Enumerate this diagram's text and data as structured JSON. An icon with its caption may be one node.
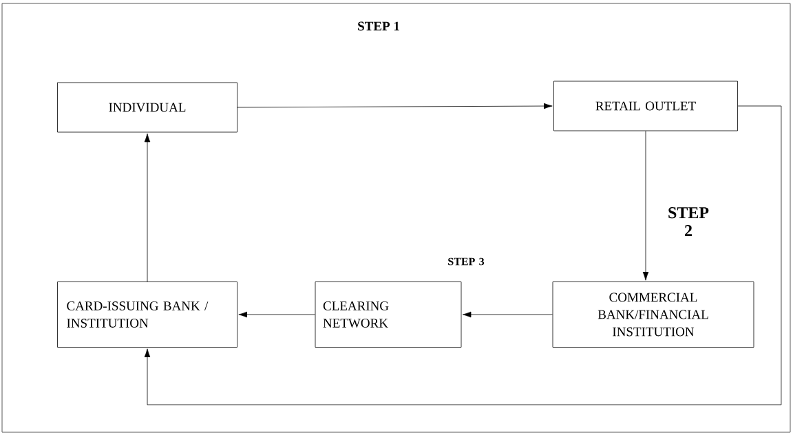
{
  "diagram": {
    "nodes": [
      {
        "text": [
          "INDIVIDUAL"
        ]
      },
      {
        "text": [
          "RETAIL OUTLET"
        ]
      },
      {
        "text": [
          "COMMERCIAL BANK/FINANCIAL INSTITUTION"
        ]
      },
      {
        "text": [
          "CLEARING NETWORK"
        ]
      },
      {
        "text": [
          "CARD-ISSUING BANK / INSTITUTION"
        ]
      }
    ],
    "edges": [
      {
        "from": 0,
        "to": 1,
        "arrow": "to"
      },
      {
        "from": 1,
        "to": 2,
        "arrow": "to",
        "label": "STEP 2"
      },
      {
        "from": 2,
        "to": 3,
        "arrow": "to",
        "label": "STEP 3"
      },
      {
        "from": 3,
        "to": 4,
        "arrow": "to"
      },
      {
        "from": 4,
        "to": 0,
        "arrow": "to"
      },
      {
        "from": 1,
        "to": 4,
        "arrow": "to"
      }
    ],
    "labels": [
      "STEP 1"
    ]
  }
}
